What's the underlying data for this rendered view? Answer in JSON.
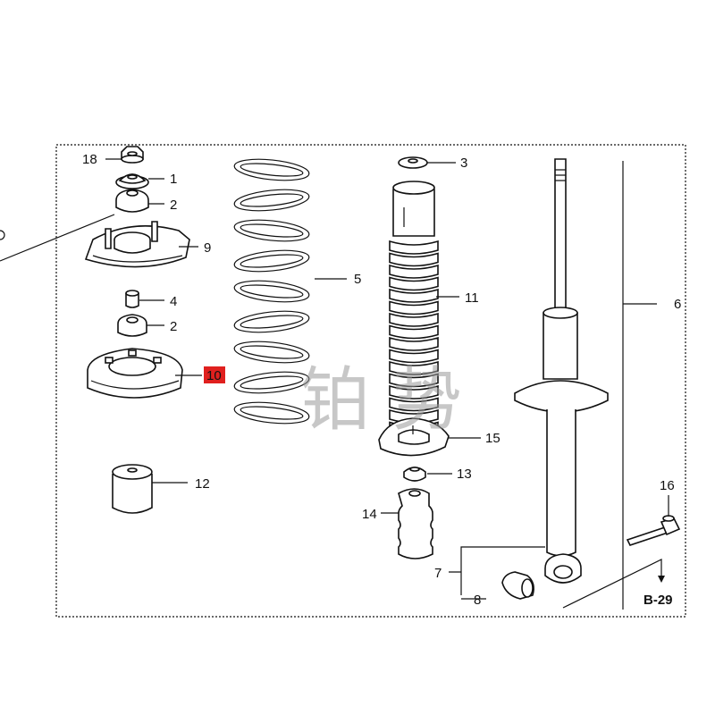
{
  "callouts": {
    "c1": "1",
    "c2a": "2",
    "c2b": "2",
    "c3": "3",
    "c4": "4",
    "c5": "5",
    "c6": "6",
    "c7": "7",
    "c8": "8",
    "c9": "9",
    "c10": "10",
    "c11": "11",
    "c12": "12",
    "c13": "13",
    "c14": "14",
    "c15": "15",
    "c16": "16",
    "c18": "18"
  },
  "highlighted_callout": "10",
  "highlight_color": "#e0201e",
  "reference": "B-29",
  "watermark": "铂 势"
}
